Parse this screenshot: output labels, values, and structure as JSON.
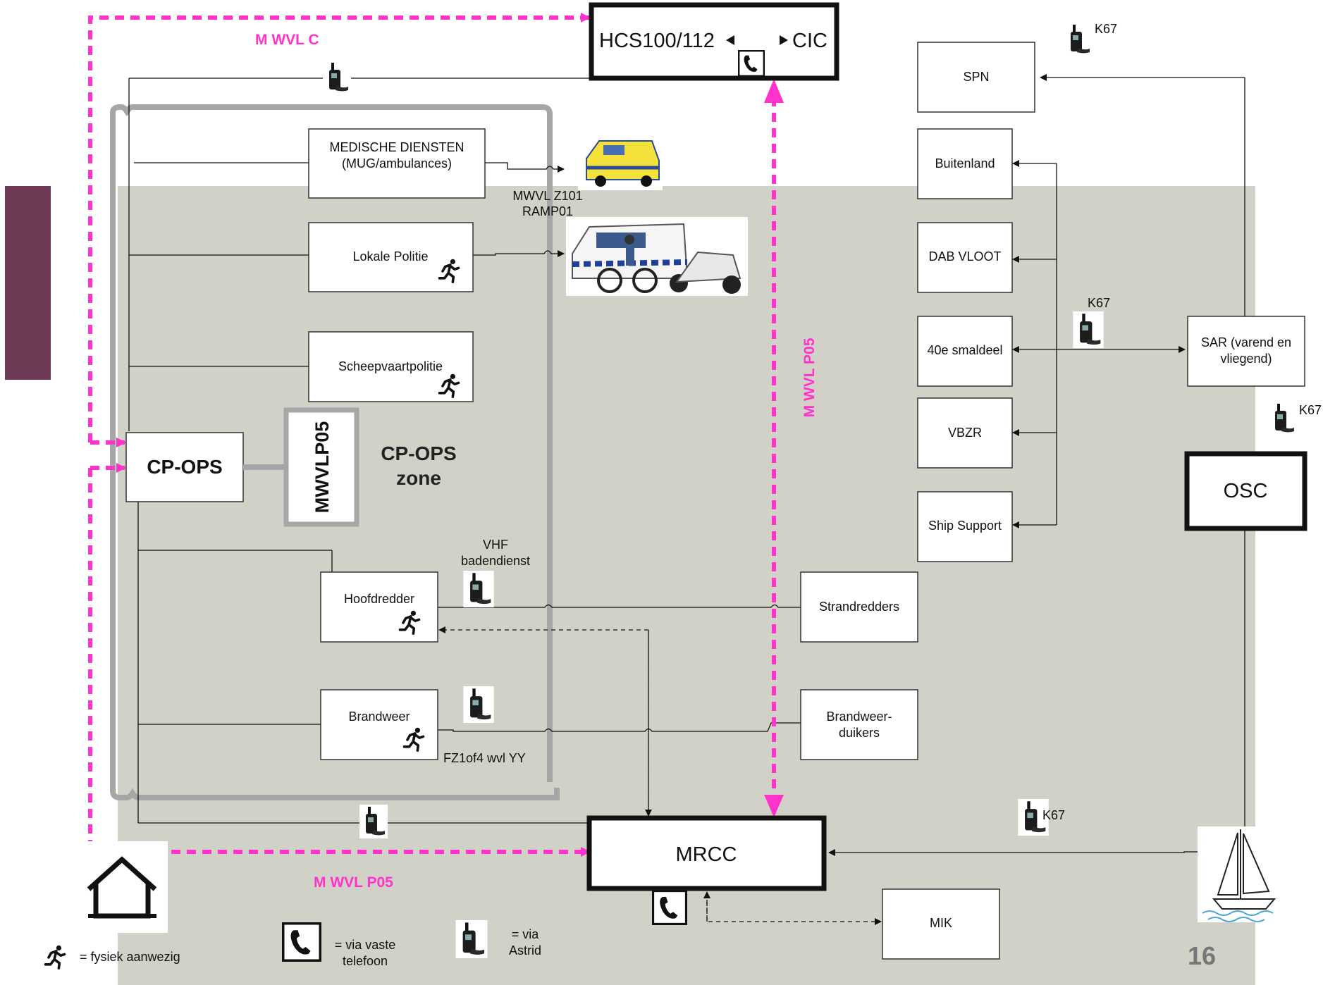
{
  "colors": {
    "accent_pink": "#ff33cc",
    "background_zone": "#d2d1c7",
    "side_bar": "#6e3a55",
    "line": "#111111",
    "zone_outline": "#a6a6a6"
  },
  "boxes": {
    "hcs": "HCS100/112",
    "cic": "CIC",
    "medische_line1": "MEDISCHE DIENSTEN",
    "medische_line2": "(MUG/ambulances)",
    "lokale_politie": "Lokale Politie",
    "scheepvaartpolitie": "Scheepvaartpolitie",
    "cp_ops": "CP-OPS",
    "mwvlp05": "MWVLP05",
    "cp_ops_zone_line1": "CP-OPS",
    "cp_ops_zone_line2": "zone",
    "hoofdredder": "Hoofdredder",
    "brandweer": "Brandweer",
    "strandredders": "Strandredders",
    "brandweer_duikers_line1": "Brandweer-",
    "brandweer_duikers_line2": "duikers",
    "mrcc": "MRCC",
    "mik": "MIK",
    "spn": "SPN",
    "buitenland": "Buitenland",
    "dab_vloot": "DAB VLOOT",
    "smaldeel": "40e smaldeel",
    "vbzr": "VBZR",
    "ship_support": "Ship Support",
    "sar_line1": "SAR (varend en",
    "sar_line2": "vliegend)",
    "osc": "OSC"
  },
  "labels": {
    "m_wvl_c": "M WVL C",
    "m_wvl_p05_vertical": "M WVL P05",
    "m_wvl_p05_bottom": "M WVL P05",
    "mwvl_z101": "MWVL Z101",
    "ramp01": "RAMP01",
    "vhf_line1": "VHF",
    "vhf_line2": "badendienst",
    "fz": "FZ1of4 wvl YY",
    "k67_top": "K67",
    "k67_mid": "K67",
    "k67_right": "K67",
    "k67_bottom": "K67",
    "page_number": "16"
  },
  "legend": {
    "fysiek": "= fysiek aanwezig",
    "vaste_line1": "= via vaste",
    "vaste_line2": "telefoon",
    "astrid_line1": "= via",
    "astrid_line2": "Astrid"
  },
  "icons": [
    "radio-icon",
    "phone-icon",
    "running-person-icon",
    "house-icon",
    "sailboat-icon",
    "ambulance-image",
    "police-vehicles-image"
  ]
}
